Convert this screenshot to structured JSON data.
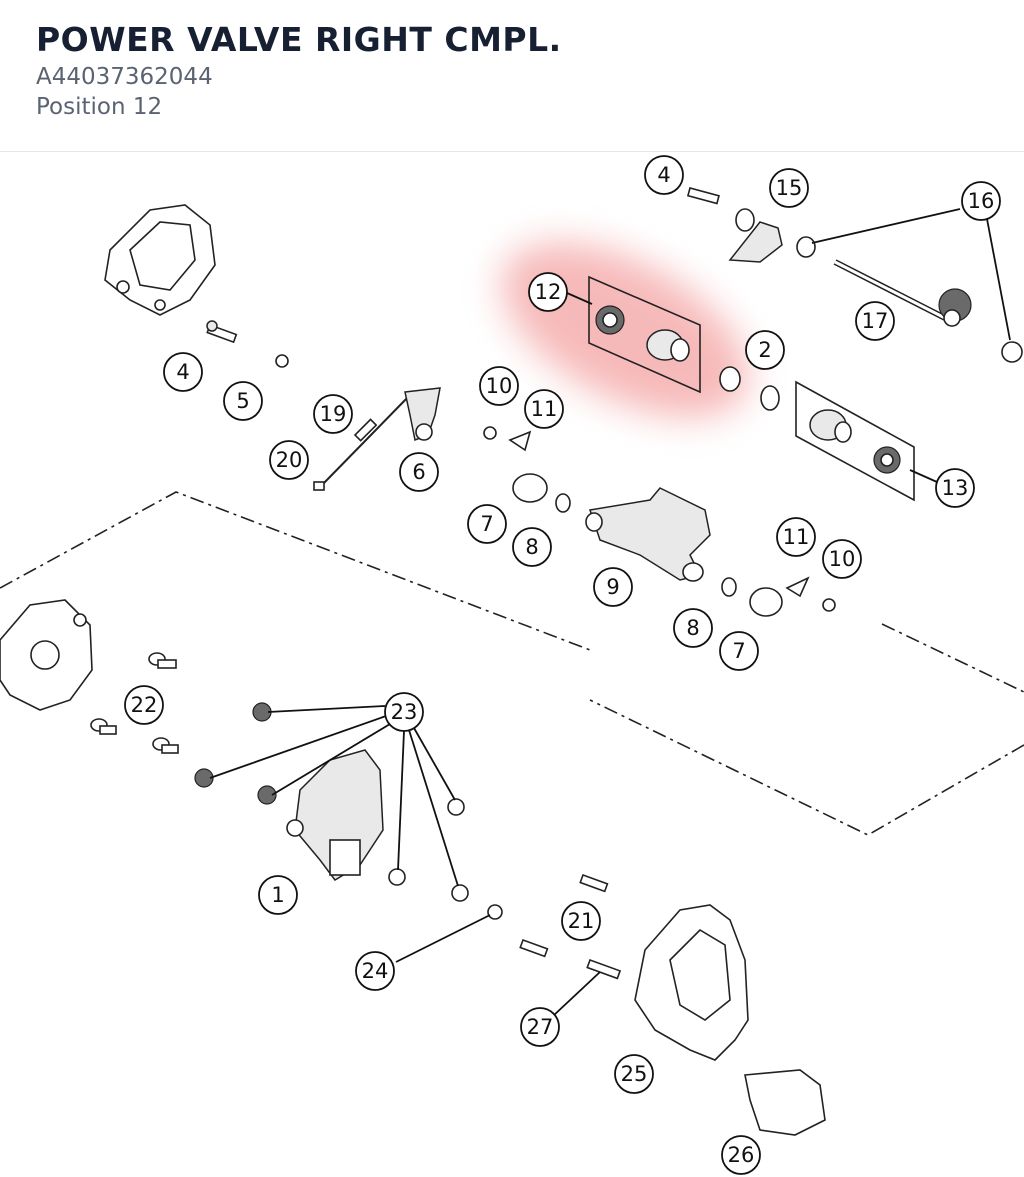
{
  "header": {
    "title": "POWER VALVE RIGHT CMPL.",
    "part_number": "A44037362044",
    "position": "Position 12"
  },
  "diagram": {
    "highlight_color": "#f08080",
    "callouts": [
      "4",
      "15",
      "16",
      "12",
      "2",
      "17",
      "4",
      "5",
      "19",
      "10",
      "11",
      "13",
      "20",
      "6",
      "7",
      "8",
      "9",
      "11",
      "10",
      "8",
      "7",
      "22",
      "23",
      "1",
      "21",
      "24",
      "27",
      "25",
      "26"
    ],
    "highlighted_position": "12"
  }
}
